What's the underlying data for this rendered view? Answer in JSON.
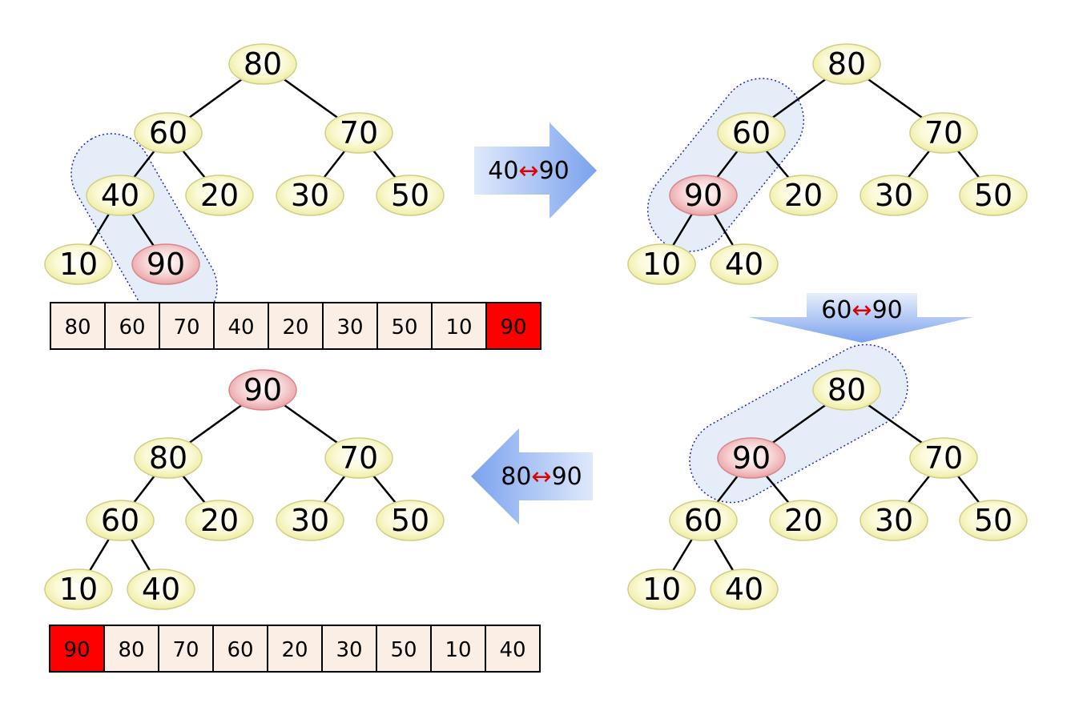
{
  "colors": {
    "node_fill": "#f6f5b8",
    "node_stroke": "#cfcf88",
    "highlight_fill": "#f2b6b8",
    "highlight_stroke": "#d9868a",
    "group_fill": "#e5eef8",
    "group_stroke": "#2222cc",
    "cell_fill": "#fbeee4",
    "cell_highlight": "#ff0000",
    "swap_symbol": "#e00000"
  },
  "swap_symbol": "↔",
  "arrows": [
    {
      "id": "arrow-right",
      "left": "40",
      "right": "90"
    },
    {
      "id": "arrow-down",
      "left": "60",
      "right": "90"
    },
    {
      "id": "arrow-left",
      "left": "80",
      "right": "90"
    }
  ],
  "trees": [
    {
      "id": "tree-step1",
      "nodes": [
        {
          "label": "80",
          "highlight": false
        },
        {
          "label": "60",
          "highlight": false
        },
        {
          "label": "70",
          "highlight": false
        },
        {
          "label": "40",
          "highlight": false
        },
        {
          "label": "20",
          "highlight": false
        },
        {
          "label": "30",
          "highlight": false
        },
        {
          "label": "50",
          "highlight": false
        },
        {
          "label": "10",
          "highlight": false
        },
        {
          "label": "90",
          "highlight": true
        }
      ]
    },
    {
      "id": "tree-step2",
      "nodes": [
        {
          "label": "80",
          "highlight": false
        },
        {
          "label": "60",
          "highlight": false
        },
        {
          "label": "70",
          "highlight": false
        },
        {
          "label": "90",
          "highlight": true
        },
        {
          "label": "20",
          "highlight": false
        },
        {
          "label": "30",
          "highlight": false
        },
        {
          "label": "50",
          "highlight": false
        },
        {
          "label": "10",
          "highlight": false
        },
        {
          "label": "40",
          "highlight": false
        }
      ]
    },
    {
      "id": "tree-step3",
      "nodes": [
        {
          "label": "80",
          "highlight": false
        },
        {
          "label": "90",
          "highlight": true
        },
        {
          "label": "70",
          "highlight": false
        },
        {
          "label": "60",
          "highlight": false
        },
        {
          "label": "20",
          "highlight": false
        },
        {
          "label": "30",
          "highlight": false
        },
        {
          "label": "50",
          "highlight": false
        },
        {
          "label": "10",
          "highlight": false
        },
        {
          "label": "40",
          "highlight": false
        }
      ]
    },
    {
      "id": "tree-step4",
      "nodes": [
        {
          "label": "90",
          "highlight": true
        },
        {
          "label": "80",
          "highlight": false
        },
        {
          "label": "70",
          "highlight": false
        },
        {
          "label": "60",
          "highlight": false
        },
        {
          "label": "20",
          "highlight": false
        },
        {
          "label": "30",
          "highlight": false
        },
        {
          "label": "50",
          "highlight": false
        },
        {
          "label": "10",
          "highlight": false
        },
        {
          "label": "40",
          "highlight": false
        }
      ]
    }
  ],
  "arrays": [
    {
      "id": "array-before",
      "cells": [
        "80",
        "60",
        "70",
        "40",
        "20",
        "30",
        "50",
        "10",
        "90"
      ],
      "highlight_index": 8
    },
    {
      "id": "array-after",
      "cells": [
        "90",
        "80",
        "70",
        "60",
        "20",
        "30",
        "50",
        "10",
        "40"
      ],
      "highlight_index": 0
    }
  ]
}
